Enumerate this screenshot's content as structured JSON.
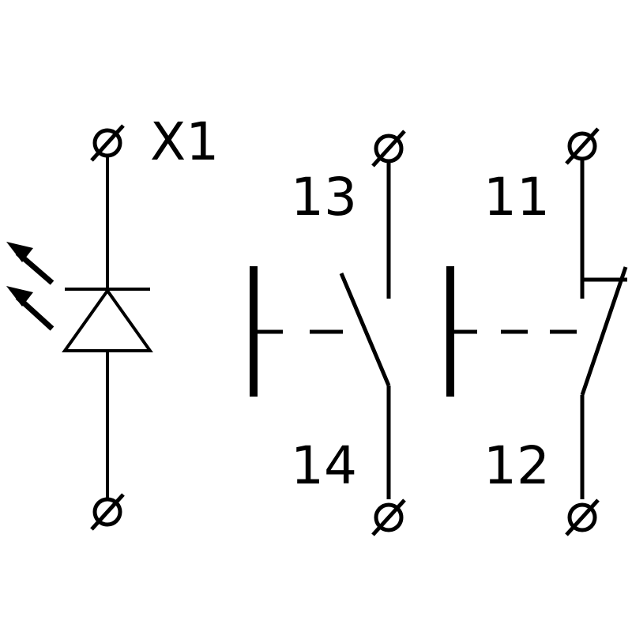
{
  "labels": {
    "led_terminal": "X1",
    "no_top": "13",
    "no_bottom": "14",
    "nc_top": "11",
    "nc_bottom": "12"
  },
  "icons": {
    "terminal": "terminal-icon",
    "led": "led-icon",
    "light_arrow": "arrow-icon"
  },
  "colors": {
    "stroke": "#000000",
    "background": "#ffffff"
  }
}
